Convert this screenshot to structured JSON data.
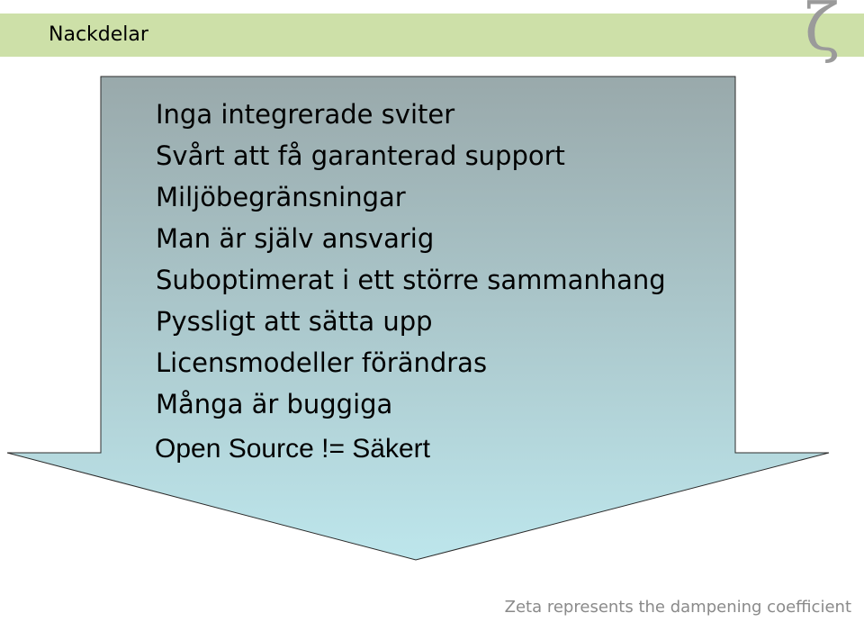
{
  "slide": {
    "title": "Nackdelar",
    "symbol": "ζ",
    "items": [
      "Inga integrerade sviter",
      "Svårt att få garanterad support",
      "Miljöbegränsningar",
      "Man är själv ansvarig",
      "Suboptimerat i ett större sammanhang",
      "Pyssligt att sätta upp",
      "Licensmodeller förändras",
      "Många är buggiga"
    ],
    "last_item": "Open Source != Säkert",
    "footer": "Zeta represents the dampening coefficient"
  },
  "colors": {
    "header_band": "#cde0a8",
    "arrow_top": "#99a9ab",
    "arrow_bottom": "#bde6ec",
    "footer_text": "#8a8a8a"
  }
}
